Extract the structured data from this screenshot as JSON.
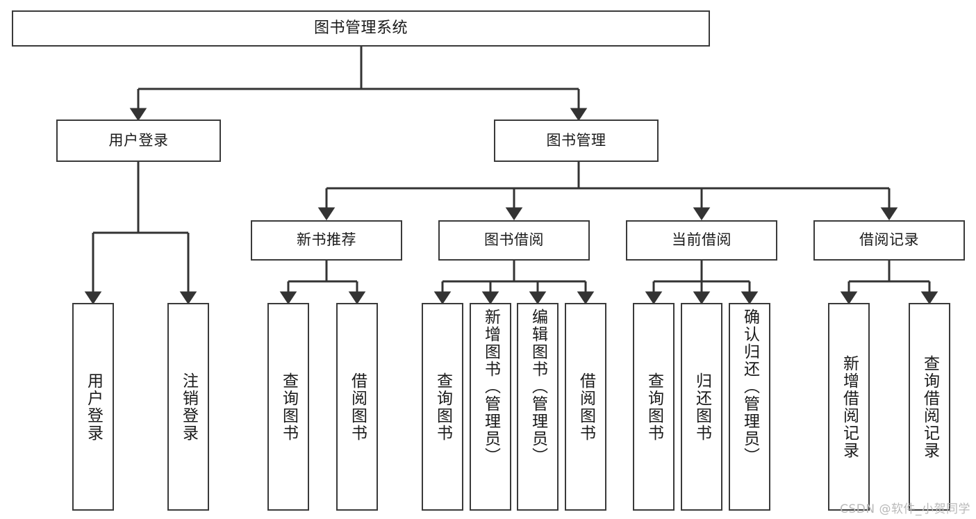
{
  "diagram": {
    "title": "图书管理系统",
    "type": "tree",
    "watermark": "CSDN @软件_小贺同学",
    "colors": {
      "border": "#3a3a3a",
      "background": "#ffffff",
      "text": "#1a1a1a",
      "line": "#333333",
      "watermark": "#b9b9b9"
    },
    "root": {
      "label": "图书管理系统"
    },
    "level1": [
      {
        "label": "用户登录"
      },
      {
        "label": "图书管理"
      }
    ],
    "level2": [
      {
        "label": "新书推荐"
      },
      {
        "label": "图书借阅"
      },
      {
        "label": "当前借阅"
      },
      {
        "label": "借阅记录"
      }
    ],
    "leaves_user_login": [
      {
        "label": "用户登录"
      },
      {
        "label": "注销登录"
      }
    ],
    "leaves_new_book": [
      {
        "label": "查询图书"
      },
      {
        "label": "借阅图书"
      }
    ],
    "leaves_borrow": [
      {
        "label": "查询图书"
      },
      {
        "label": "新增图书（管理员）"
      },
      {
        "label": "编辑图书（管理员）"
      },
      {
        "label": "借阅图书"
      }
    ],
    "leaves_current": [
      {
        "label": "查询图书"
      },
      {
        "label": "归还图书"
      },
      {
        "label": "确认归还（管理员）"
      }
    ],
    "leaves_record": [
      {
        "label": "新增借阅记录"
      },
      {
        "label": "查询借阅记录"
      }
    ]
  }
}
